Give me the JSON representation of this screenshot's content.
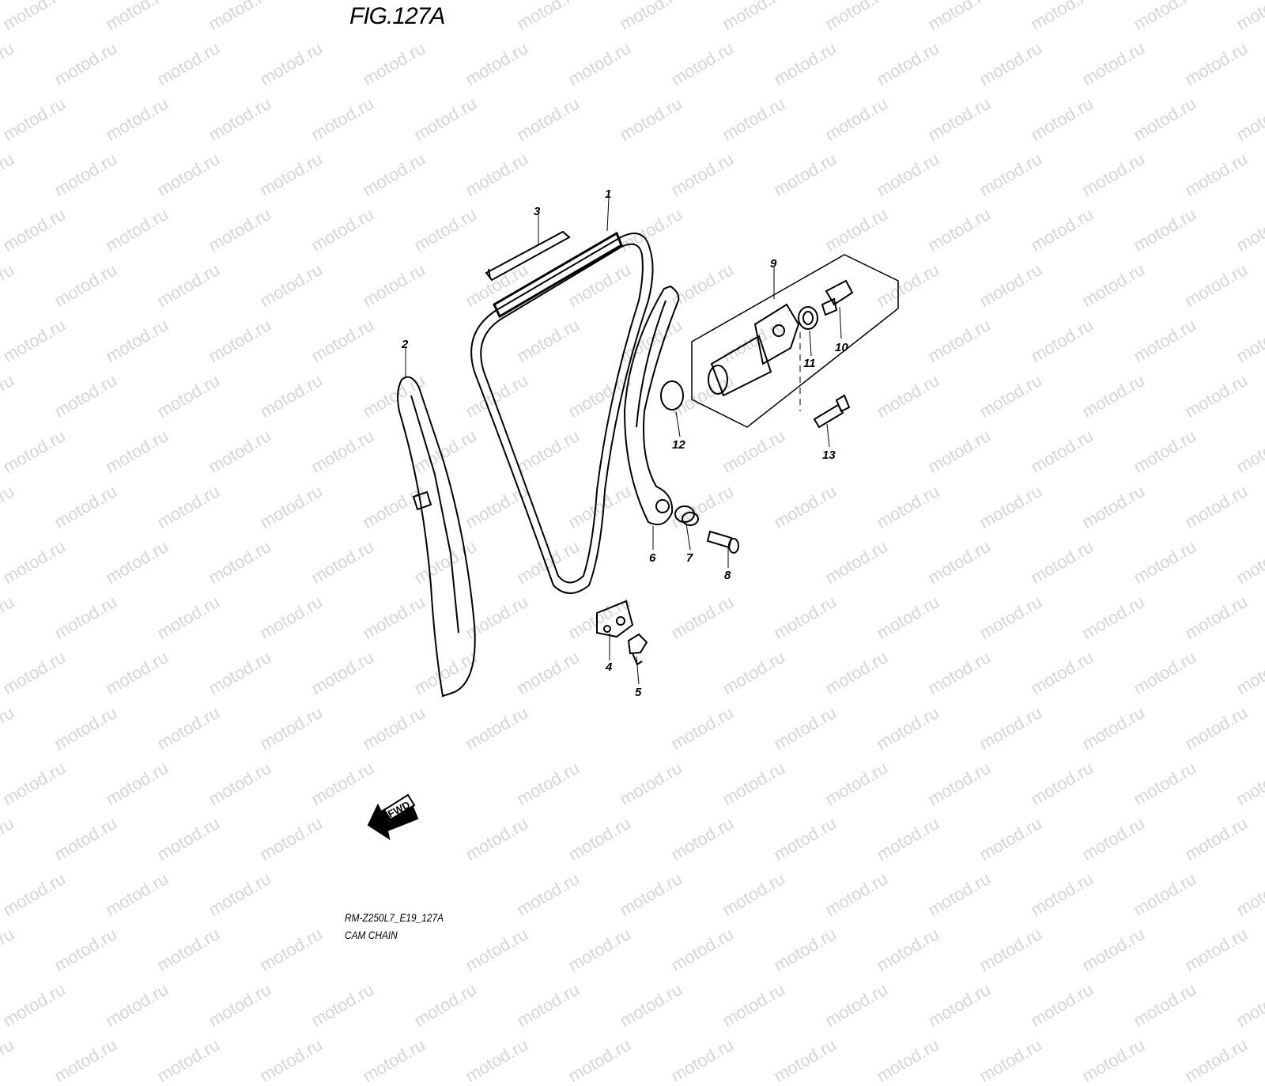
{
  "figure": {
    "title": "FIG.127A",
    "code": "RM-Z250L7_E19_127A",
    "caption": "CAM CHAIN"
  },
  "watermark": "motod.ru",
  "fwd_label": "FWD",
  "callouts": [
    "1",
    "2",
    "3",
    "4",
    "5",
    "6",
    "7",
    "8",
    "9",
    "10",
    "11",
    "12",
    "13"
  ]
}
